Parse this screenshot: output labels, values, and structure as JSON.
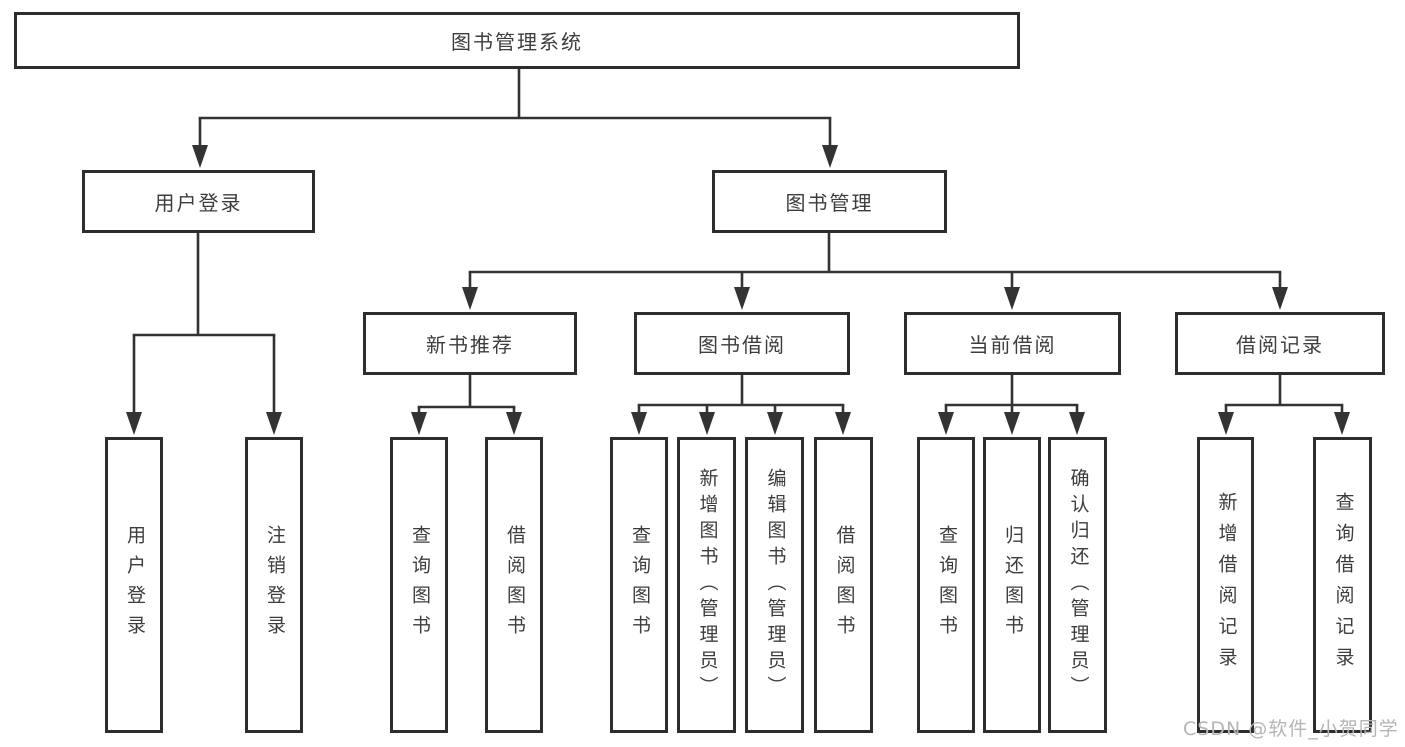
{
  "diagram": {
    "root": {
      "label": "图书管理系统"
    },
    "branches": [
      {
        "label": "用户登录",
        "children": [
          "用户登录",
          "注销登录"
        ]
      },
      {
        "label": "图书管理",
        "sections": [
          {
            "label": "新书推荐",
            "children": [
              "查询图书",
              "借阅图书"
            ]
          },
          {
            "label": "图书借阅",
            "children": [
              "查询图书",
              "新增图书（管理员）",
              "编辑图书（管理员）",
              "借阅图书"
            ]
          },
          {
            "label": "当前借阅",
            "children": [
              "查询图书",
              "归还图书",
              "确认归还（管理员）"
            ]
          },
          {
            "label": "借阅记录",
            "children": [
              "新增借阅记录",
              "查询借阅记录"
            ]
          }
        ]
      }
    ],
    "colors": {
      "line": "#333333",
      "box_border": "#2d2d2d",
      "text": "#3d3d3d",
      "background": "#ffffff"
    }
  },
  "watermark": {
    "text": "CSDN @软件_小贺同学",
    "color": "#b5b5b5"
  }
}
